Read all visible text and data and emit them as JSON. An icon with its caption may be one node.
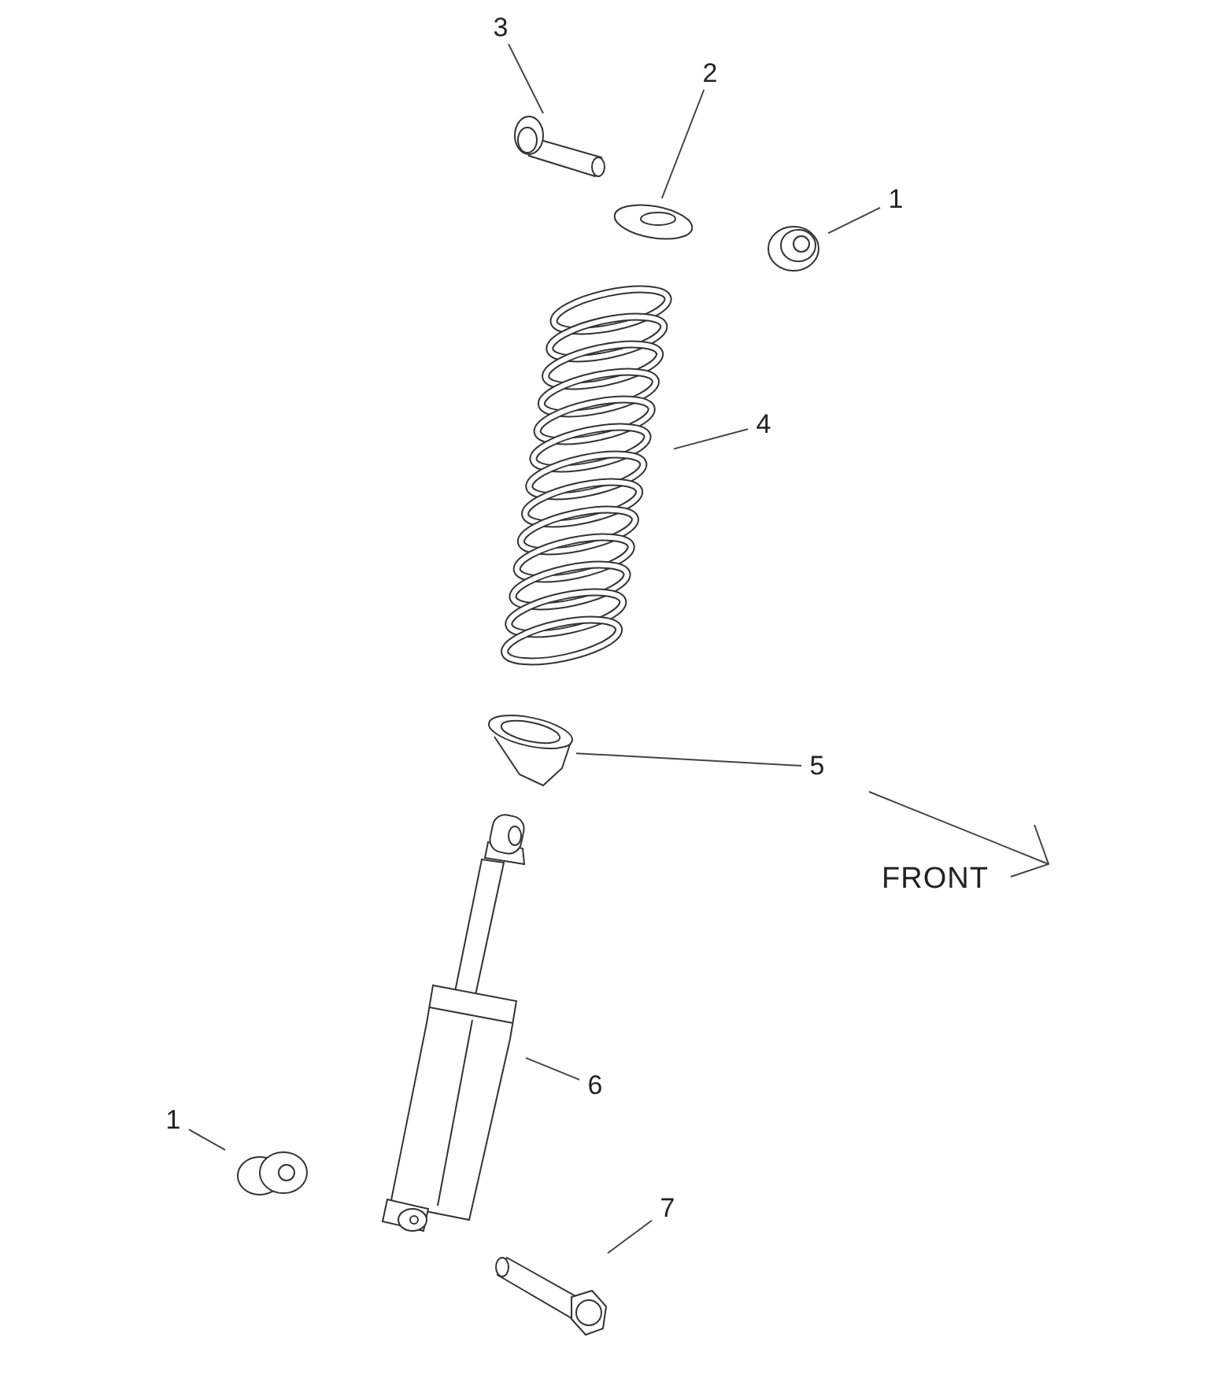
{
  "diagram": {
    "nodes": [
      {
        "text": [
          "3"
        ]
      },
      {
        "text": [],
        "shape": "picture"
      },
      {
        "text": [
          "2"
        ]
      },
      {
        "text": [],
        "shape": "picture"
      },
      {
        "text": [
          "1"
        ]
      },
      {
        "text": [],
        "shape": "picture"
      },
      {
        "text": [
          "4"
        ]
      },
      {
        "text": [],
        "shape": "picture"
      },
      {
        "text": [
          "5"
        ]
      },
      {
        "text": [],
        "shape": "picture"
      },
      {
        "text": [
          "6"
        ]
      },
      {
        "text": [],
        "shape": "picture"
      },
      {
        "text": [
          "1"
        ]
      },
      {
        "text": [],
        "shape": "picture"
      },
      {
        "text": [
          "7"
        ]
      },
      {
        "text": [],
        "shape": "picture"
      }
    ],
    "edges": [
      {
        "from": 0,
        "to": 1,
        "arrow": "none"
      },
      {
        "from": 2,
        "to": 3,
        "arrow": "none"
      },
      {
        "from": 4,
        "to": 5,
        "arrow": "none"
      },
      {
        "from": 6,
        "to": 7,
        "arrow": "none"
      },
      {
        "from": 8,
        "to": 9,
        "arrow": "none"
      },
      {
        "from": 10,
        "to": 11,
        "arrow": "none"
      },
      {
        "from": 12,
        "to": 13,
        "arrow": "none"
      },
      {
        "from": 14,
        "to": 15,
        "arrow": "none"
      }
    ],
    "labels": [
      "FRONT"
    ]
  }
}
